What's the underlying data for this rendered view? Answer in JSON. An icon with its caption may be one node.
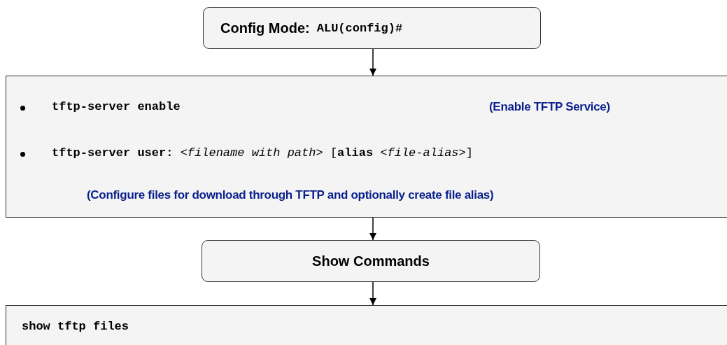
{
  "diagram": {
    "nodes": [
      {
        "text": [
          "Config Mode:",
          "ALU(config)#"
        ]
      },
      {
        "text": [
          "tftp-server enable",
          "(Enable TFTP Service)",
          "**tftp-server user:** *<filename with path>* [**alias** *<file-alias>*]",
          "(Configure files for download through TFTP and optionally create file alias)"
        ]
      },
      {
        "text": [
          "Show Commands"
        ]
      },
      {
        "text": [
          "show tftp files"
        ]
      }
    ],
    "edges": [
      {
        "from": 0,
        "to": 1,
        "arrow": "to"
      },
      {
        "from": 1,
        "to": 2,
        "arrow": "to"
      },
      {
        "from": 2,
        "to": 3,
        "arrow": "to"
      }
    ]
  }
}
